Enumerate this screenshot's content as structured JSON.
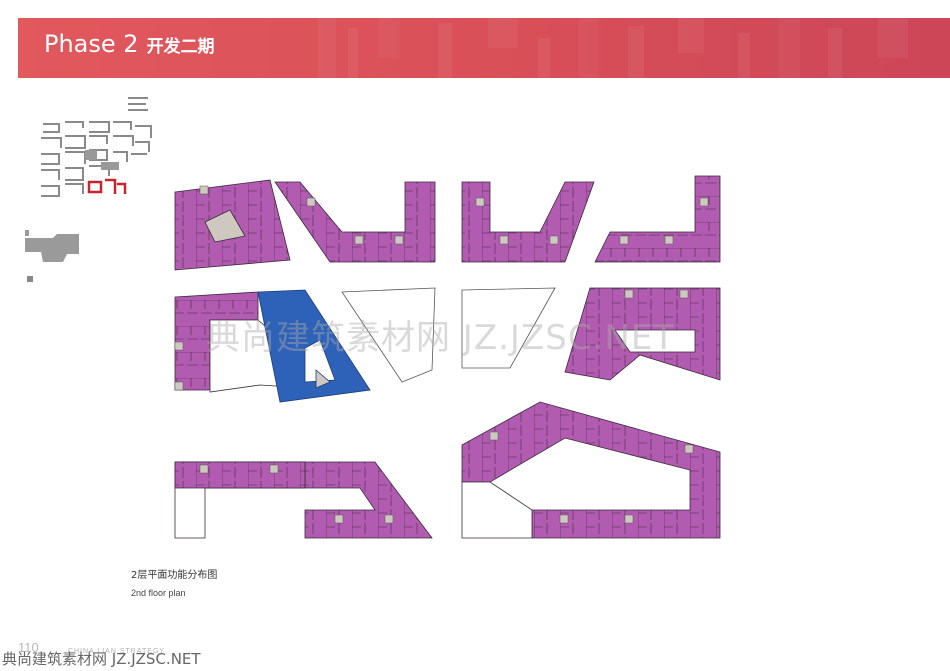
{
  "header": {
    "title_en": "Phase 2",
    "title_cn": "开发二期",
    "color": "#d84f58"
  },
  "caption": {
    "cn": "2层平面功能分布图",
    "en": "2nd floor plan"
  },
  "watermark": "典尚建筑素材网  JZ.JZSC.NET",
  "footer": {
    "page_number": "110",
    "text": "CHINA LIAN STRATEGY",
    "watermark": "典尚建筑素材网  JZ.JZSC.NET"
  },
  "legend_colors": {
    "residential": "#b15cb0",
    "commercial": "#2e62b8",
    "core": "#cfc8c0"
  }
}
